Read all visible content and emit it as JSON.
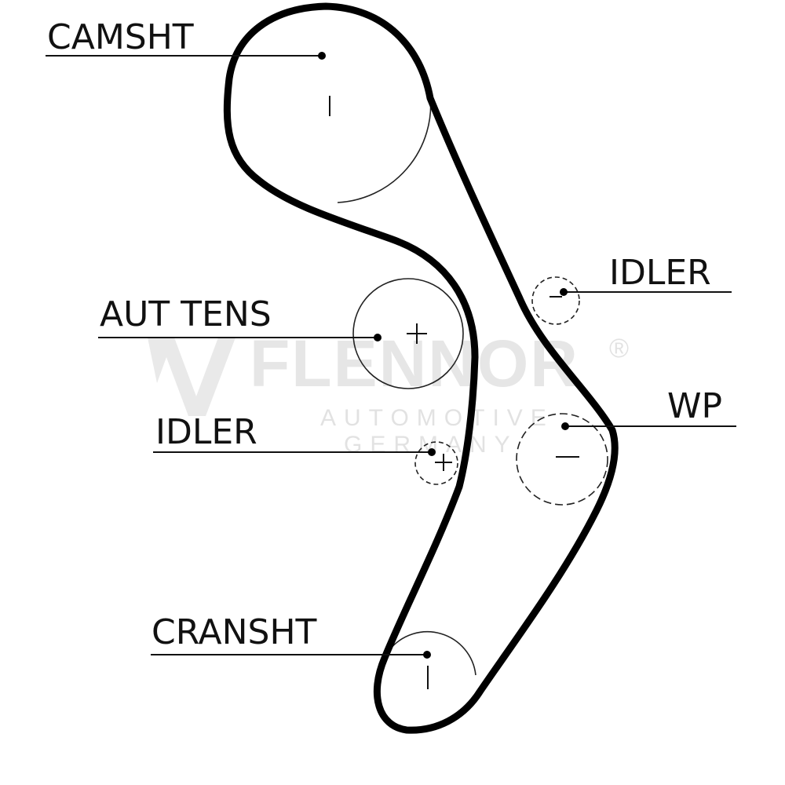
{
  "diagram": {
    "labels": {
      "camshaft": "CAMSHT",
      "idler_top": "IDLER",
      "auto_tensioner": "AUT TENS",
      "water_pump": "WP",
      "idler_bottom": "IDLER",
      "crankshaft": "CRANSHT"
    },
    "watermark": {
      "brand": "FLENNOR",
      "line1": "AUTOMOTIVE",
      "line2": "GERMANY",
      "registered": "®",
      "logo": "flennor-w-logo"
    },
    "colors": {
      "belt": "#000000",
      "pulley": "#222222",
      "watermark": "#d2d2d2",
      "background": "#ffffff"
    }
  }
}
